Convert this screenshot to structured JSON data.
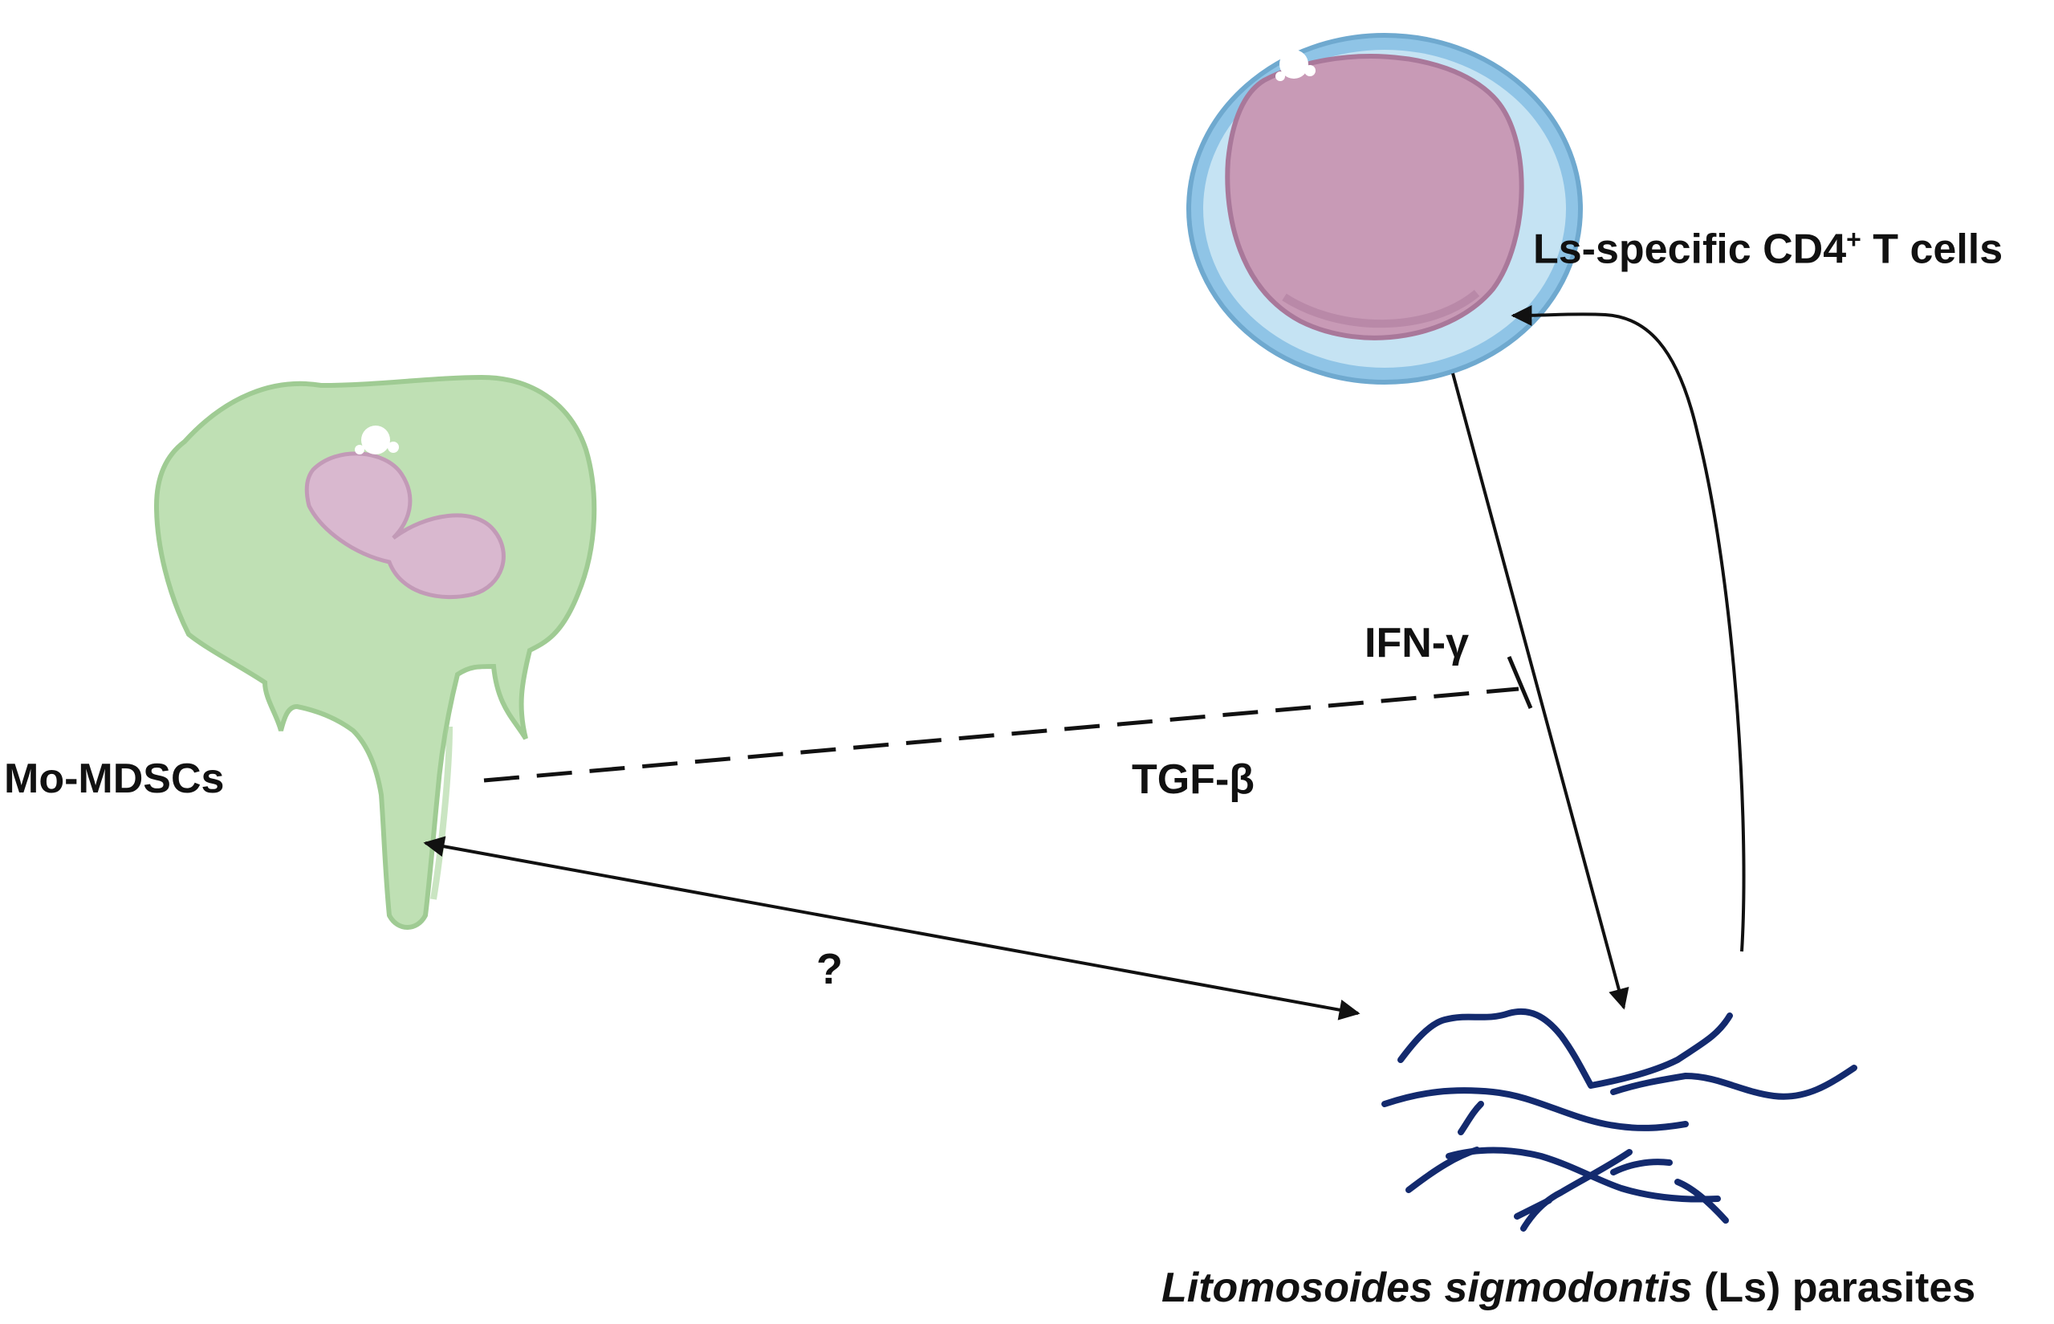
{
  "labels": {
    "cd4_prefix": "Ls-specific CD4",
    "cd4_sup": "+",
    "cd4_suffix": " T cells",
    "mdsc": "Mo-MDSCs",
    "ifn": "IFN-γ",
    "tgf": "TGF-β",
    "question": "?",
    "parasite_italic": "Litomosoides sigmodontis",
    "parasite_rest": " (Ls) parasites"
  },
  "colors": {
    "tcell_membrane": "#8fc4e6",
    "tcell_nucleus": "#c89ab6",
    "mdsc_body": "#bfe0b4",
    "mdsc_nucleus": "#d9b8cf",
    "parasite": "#132a6e",
    "arrow": "#111111"
  }
}
